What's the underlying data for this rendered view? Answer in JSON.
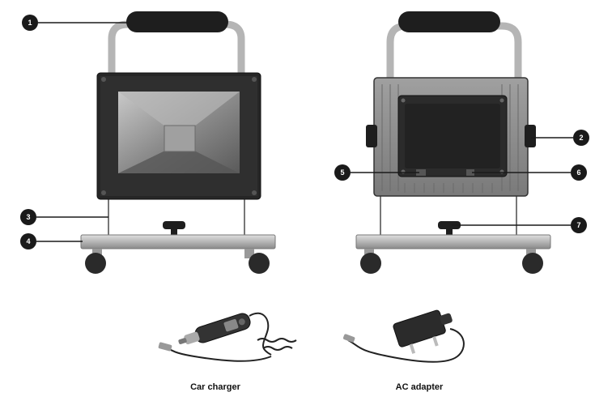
{
  "callouts": [
    {
      "num": "1"
    },
    {
      "num": "2"
    },
    {
      "num": "3"
    },
    {
      "num": "4"
    },
    {
      "num": "5"
    },
    {
      "num": "6"
    },
    {
      "num": "7"
    }
  ],
  "captions": {
    "car_charger": "Car charger",
    "ac_adapter": "AC adapter"
  },
  "colors": {
    "callout_fill": "#1a1a1a",
    "body_dark": "#2a2a2a",
    "frame_silver": "#b9b9b9",
    "handle_black": "#1e1e1e",
    "chip": "#9a9a9a"
  }
}
